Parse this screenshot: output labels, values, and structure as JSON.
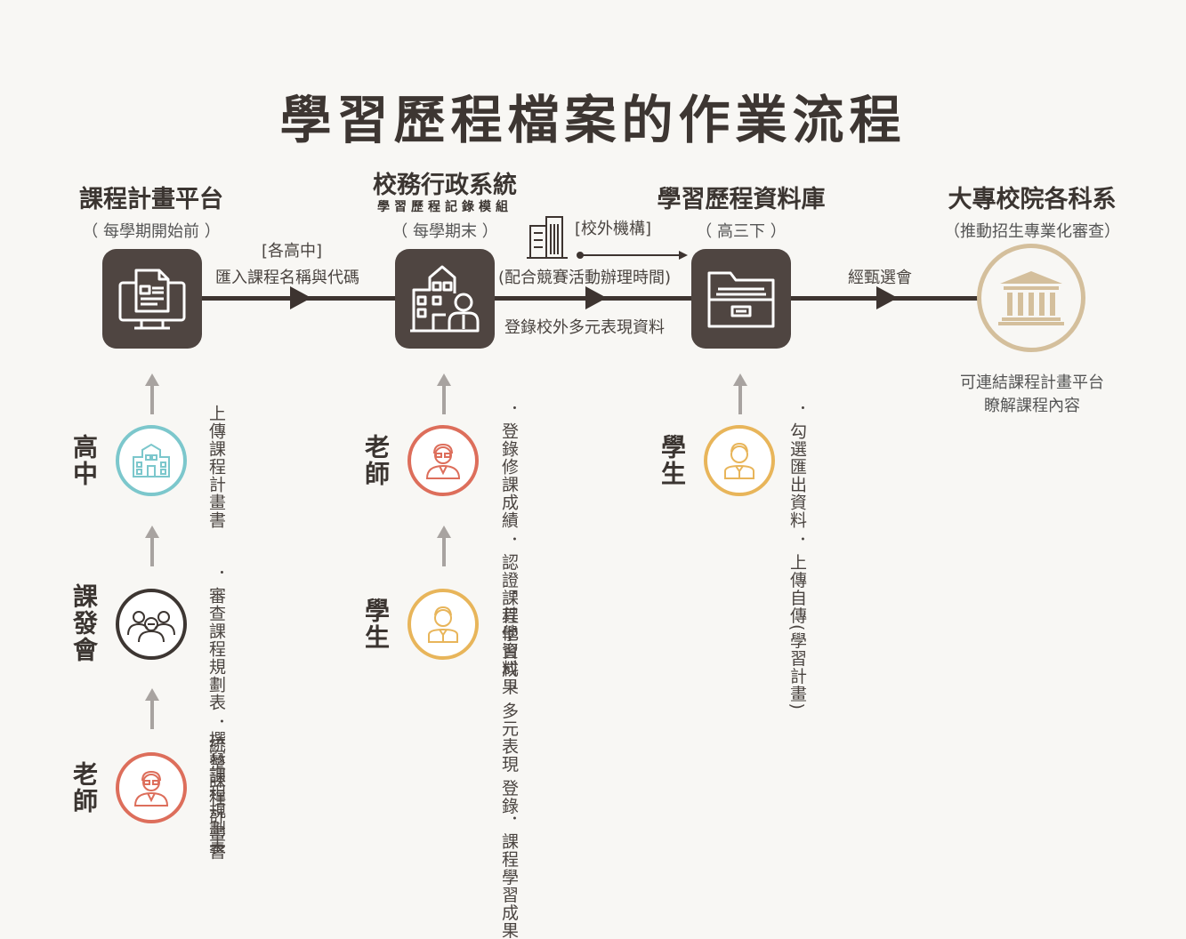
{
  "title": "學習歷程檔案的作業流程",
  "nodes": {
    "course_platform": {
      "title": "課程計畫平台",
      "note": "（ 每學期開始前 ）"
    },
    "school_admin": {
      "title": "校務行政系統",
      "subtitle": "學習歷程記錄模組",
      "note": "（ 每學期末 ）"
    },
    "portfolio_db": {
      "title": "學習歷程資料庫",
      "note": "（ 高三下 ）"
    },
    "universities": {
      "title": "大專校院各科系",
      "note": "（推動招生專業化審查）",
      "caption_line1": "可連結課程計畫平台",
      "caption_line2": "瞭解課程內容"
    }
  },
  "edges": {
    "e1_tag": "[各高中]",
    "e1_label": "匯入課程名稱與代碼",
    "e2_tag": "[校外機構]",
    "e2_paren": "(配合競賽活動辦理時間)",
    "e2_label": "登錄校外多元表現資料",
    "e3_label": "經甄選會"
  },
  "columns": {
    "col1": {
      "role_school": "高中",
      "role_committee": "課發會",
      "role_teacher": "老師",
      "task_school": "上傳課程計畫書",
      "task_committee_1": "．審查課程規劃表",
      "task_committee_2": "．統整課程計畫書",
      "task_teacher": "撰寫課程規劃表"
    },
    "col2": {
      "role_teacher": "老師",
      "role_student": "學生",
      "task_teacher_1": "．登錄修課成績",
      "task_teacher_2": "．認證課程學習成果",
      "task_student_1": "．其他資料",
      "task_student_2": "．多元表現",
      "task_student_3": "登錄．課程學習成果"
    },
    "col3": {
      "role_student": "學生",
      "task_student_1": "．勾選匯出資料",
      "task_student_2": "．上傳自傳(學習計畫)"
    }
  },
  "colors": {
    "box": "#4f4541",
    "flow_line": "#3d3430",
    "school_ring": "#7cc7cc",
    "committee_ring": "#3d3632",
    "teacher_ring": "#dd6e5b",
    "student_ring": "#e8b55a",
    "gold": "#d4bf9c",
    "up_arrow": "#a8a3a0"
  },
  "icons": {
    "course_platform": "computer-document-icon",
    "school_admin": "school-admin-icon",
    "portfolio_db": "folder-cabinet-icon",
    "universities": "university-building-icon",
    "external": "office-building-icon",
    "school": "school-building-icon",
    "committee": "group-icon",
    "teacher": "teacher-icon",
    "student": "student-icon"
  }
}
